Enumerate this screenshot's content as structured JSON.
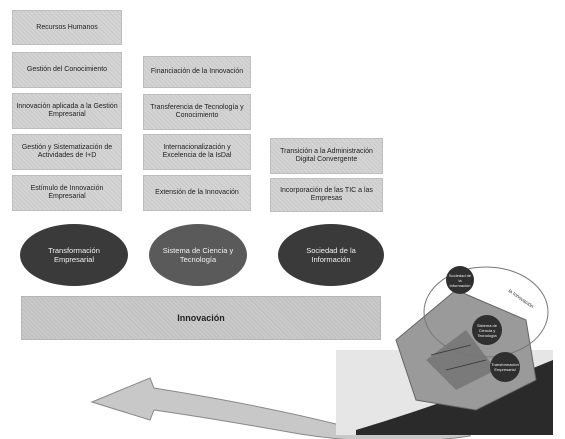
{
  "col1": [
    "Recursos Humanos",
    "Gestión del Conocimiento",
    "Innovación aplicada a la Gestión Empresarial",
    "Gestión y Sistematización de Actividades de I+D",
    "Estímulo de Innovación Empresarial"
  ],
  "col2": [
    "Financiación de la Innovación",
    "Transferencia de Tecnología y Conocimiento",
    "Internacionalización y Excelencia de la IsDal",
    "Extensión de la Innovación"
  ],
  "col3": [
    "Transición a la Administración Digital Convergente",
    "Incorporación de las TIC a las Empresas"
  ],
  "ovals": [
    "Transformación Empresarial",
    "Sistema de Ciencia y Tecnología",
    "Sociedad de la Información"
  ],
  "innovation_bar": "Innovación",
  "inset": {
    "curve_label": "la Innovación",
    "spheres": [
      "Sociedad de la Información",
      "Sistema de Ciencia y Tecnología",
      "Transformación Empresarial"
    ]
  }
}
